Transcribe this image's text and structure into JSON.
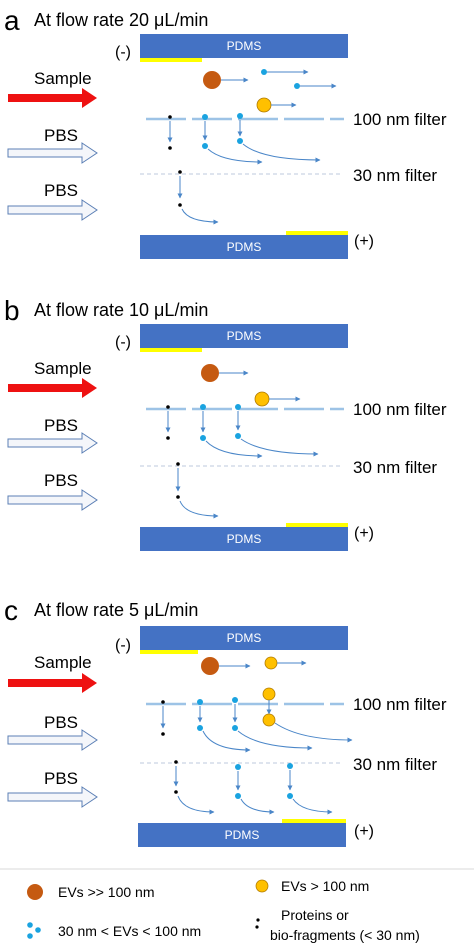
{
  "panels": [
    {
      "letter": "a",
      "title": "At flow rate 20 μL/min"
    },
    {
      "letter": "b",
      "title": "At flow rate 10 μL/min"
    },
    {
      "letter": "c",
      "title": "At flow rate 5 μL/min"
    }
  ],
  "labels": {
    "pdms": "PDMS",
    "sample": "Sample",
    "pbs": "PBS",
    "neg": "(-)",
    "pos": "(+)",
    "filter100": "100 nm filter",
    "filter30": "30 nm filter"
  },
  "legend": {
    "large": "EVs >> 100 nm",
    "medium": "EVs > 100 nm",
    "small": "30 nm < EVs < 100 nm",
    "proteins_line1": "Proteins or",
    "proteins_line2": "bio-fragments (< 30 nm)"
  },
  "colors": {
    "pdms": "#4472c4",
    "electrode": "#ffff00",
    "sample_arrow": "#ee1111",
    "large_ev": "#c55a11",
    "medium_ev": "#ffc000",
    "small_ev": "#1aa3e0",
    "protein": "#000000",
    "filter": "#9dc3e6",
    "path": "#5b9bd5"
  }
}
